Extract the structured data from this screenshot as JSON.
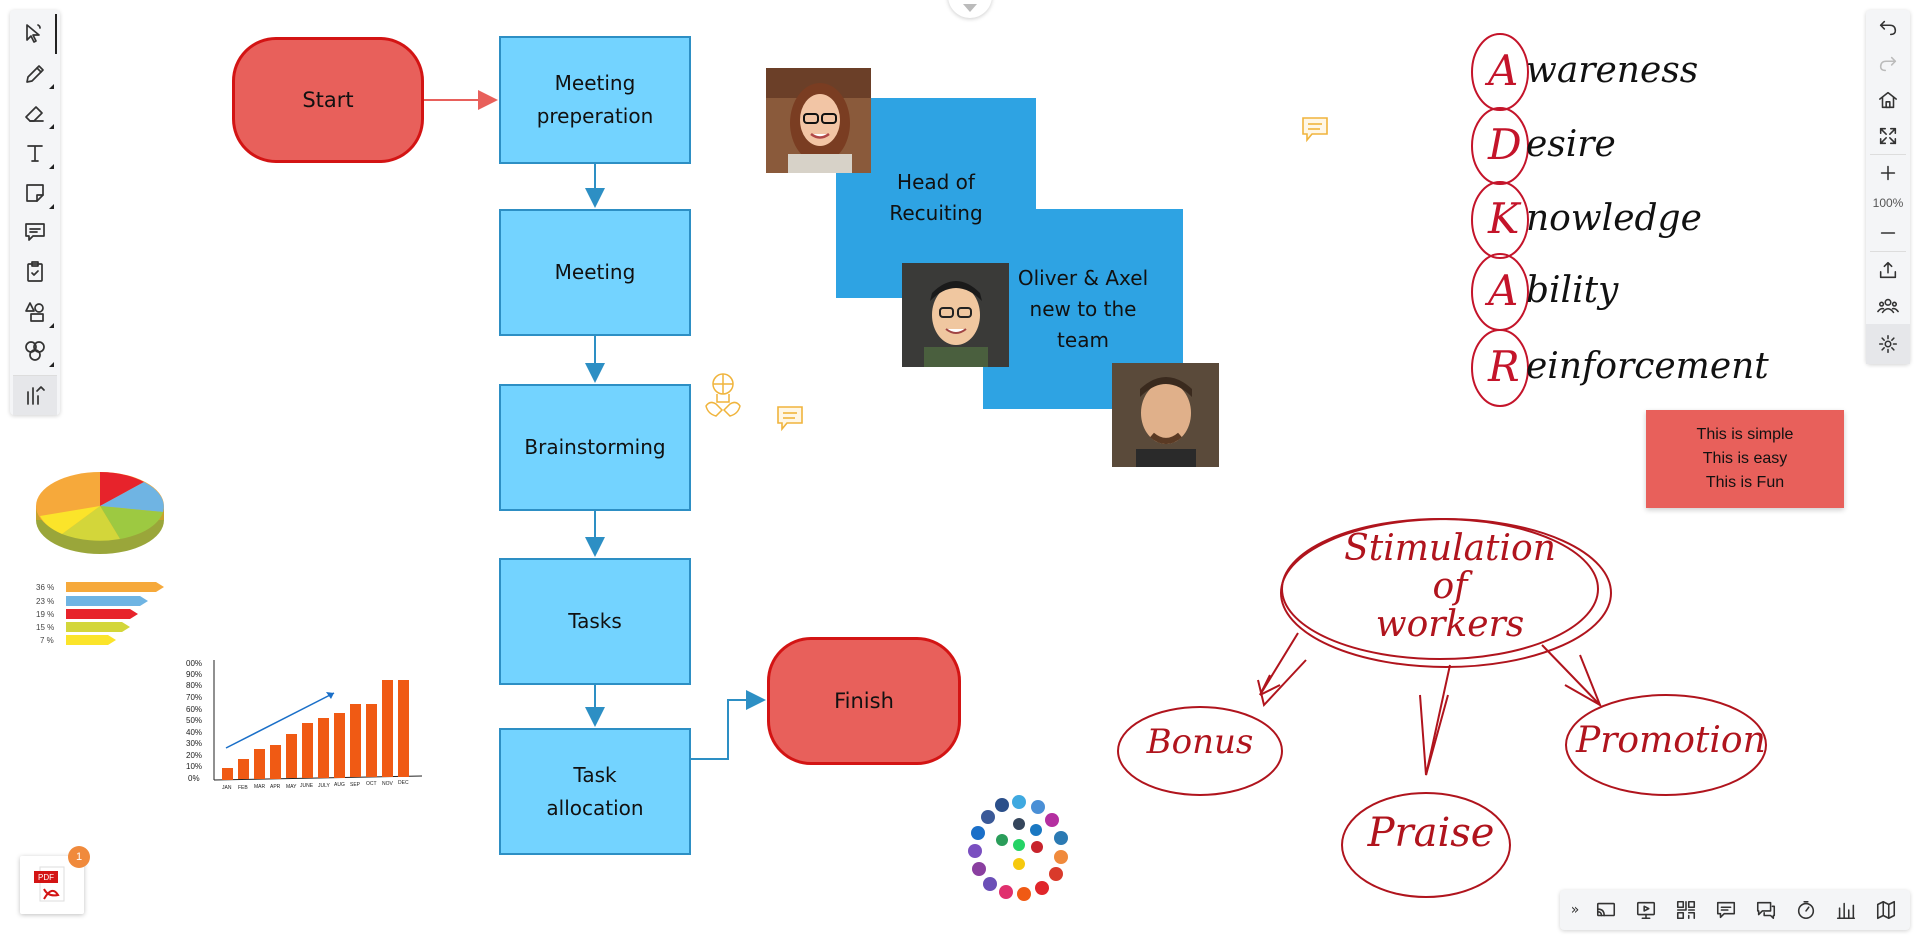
{
  "flowchart": {
    "start": "Start",
    "steps": [
      "Meeting preperation",
      "Meeting",
      "Brainstorming",
      "Tasks",
      "Task allocation"
    ],
    "finish": "Finish"
  },
  "team_cards": {
    "head": "Head of Recuiting",
    "new_members": "Oliver & Axel new to the team"
  },
  "acronym": {
    "letters": [
      "A",
      "D",
      "K",
      "A",
      "R"
    ],
    "words": [
      "wareness",
      "esire",
      "nowledge",
      "bility",
      "einforcement"
    ]
  },
  "sticky_note": {
    "lines": [
      "This is simple",
      "This is easy",
      "This is Fun"
    ]
  },
  "mindmap": {
    "center": [
      "Stimulation",
      "of",
      "workers"
    ],
    "branches": [
      "Bonus",
      "Praise",
      "Promotion"
    ]
  },
  "zoom": "100%",
  "pdf": {
    "count": "1",
    "label": "PDF"
  },
  "colors": {
    "box_fill": "#73d3ff",
    "box_border": "#2d8fc4",
    "pill_fill": "#e8605b",
    "pill_border": "#d31414",
    "card_fill": "#2ea3e3",
    "hand_red": "#b0141d",
    "comment_orange": "#f0b43c"
  },
  "icons": {
    "left_toolbar": [
      "select-tool-icon",
      "pen-tool-icon",
      "eraser-tool-icon",
      "text-tool-icon",
      "sticky-note-icon",
      "comment-icon",
      "clipboard-icon",
      "shapes-icon",
      "stickers-icon",
      "chart-tool-icon"
    ],
    "right_toolbar": [
      "undo-icon",
      "redo-icon",
      "home-icon",
      "fullscreen-icon",
      "zoom-in-icon",
      "zoom-out-icon",
      "export-icon",
      "users-icon",
      "settings-icon"
    ],
    "bottom_toolbar": [
      "collapse-icon",
      "cast-icon",
      "present-icon",
      "qr-code-icon",
      "chat-icon",
      "comments-icon",
      "timer-icon",
      "poll-icon",
      "map-icon"
    ]
  }
}
